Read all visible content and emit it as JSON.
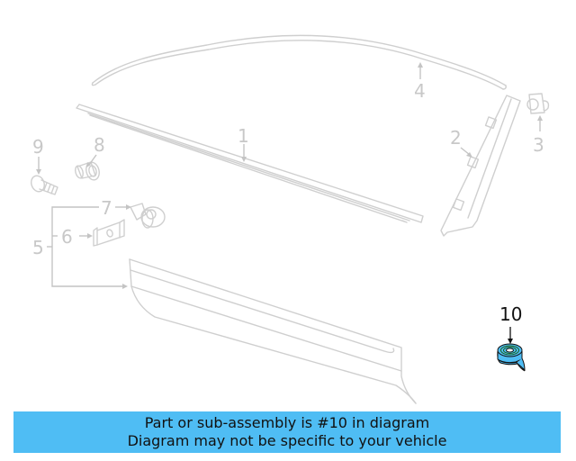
{
  "diagram": {
    "highlighted_part": "10",
    "colors": {
      "inactive_line": "#cfcfcf",
      "active_fill": "#4fbdf4",
      "active_stroke": "#1a5c1a",
      "label_active": "#111111",
      "banner_bg": "#4fbdf4"
    },
    "callouts": [
      {
        "id": "1",
        "label": "1"
      },
      {
        "id": "2",
        "label": "2"
      },
      {
        "id": "3",
        "label": "3"
      },
      {
        "id": "4",
        "label": "4"
      },
      {
        "id": "5",
        "label": "5"
      },
      {
        "id": "6",
        "label": "6"
      },
      {
        "id": "7",
        "label": "7"
      },
      {
        "id": "8",
        "label": "8"
      },
      {
        "id": "9",
        "label": "9"
      },
      {
        "id": "10",
        "label": "10"
      }
    ]
  },
  "banner": {
    "line1": "Part or sub-assembly is #10 in diagram",
    "line2": "Diagram may not be specific to your vehicle"
  }
}
